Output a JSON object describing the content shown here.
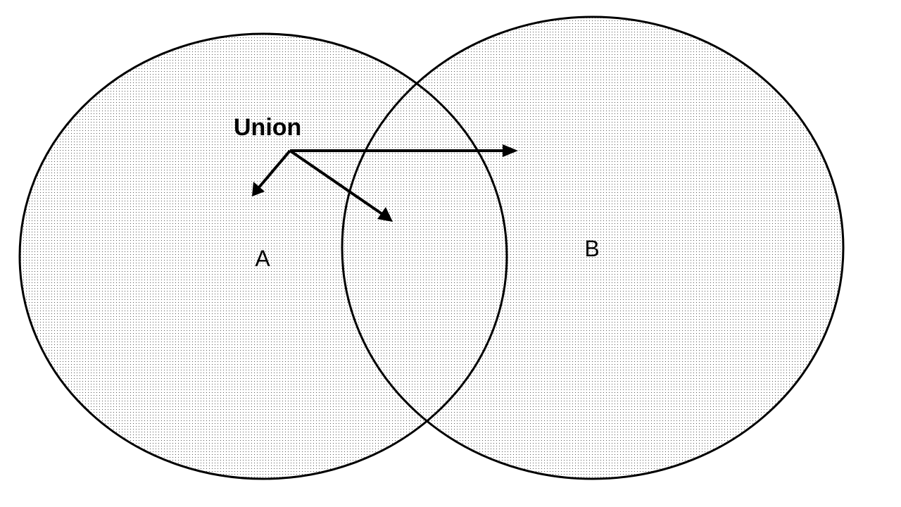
{
  "title": "Union",
  "sets": [
    {
      "label": "A"
    },
    {
      "label": "B"
    }
  ],
  "colors": {
    "stroke": "#000000",
    "dots": "#444444",
    "background": "#ffffff"
  }
}
